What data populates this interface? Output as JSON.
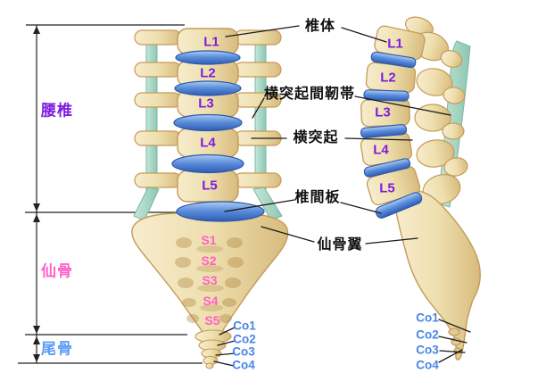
{
  "region_labels": {
    "lumbar": "腰椎",
    "sacrum": "仙骨",
    "coccyx": "尾骨"
  },
  "annotations": {
    "vertebral_body": "椎体",
    "intertransverse_ligament": "横突起間靭帯",
    "transverse_process": "横突起",
    "intervertebral_disc": "椎間板",
    "sacral_ala": "仙骨翼"
  },
  "front_view": {
    "lumbar": [
      "L1",
      "L2",
      "L3",
      "L4",
      "L5"
    ],
    "sacral": [
      "S1",
      "S2",
      "S3",
      "S4",
      "S5"
    ],
    "coccygeal": [
      "Co1",
      "Co2",
      "Co3",
      "Co4"
    ]
  },
  "side_view": {
    "lumbar": [
      "L1",
      "L2",
      "L3",
      "L4",
      "L5"
    ],
    "coccygeal": [
      "Co1",
      "Co2",
      "Co3",
      "Co4"
    ]
  },
  "colors": {
    "lumbar_text": "#7d1ce0",
    "sacral_text": "#ff5fc8",
    "coccygeal_text": "#4a85e6",
    "coccyx_region_text": "#5b9bf5",
    "annotation_text": "#111111",
    "bone_fill": "#ead7a4",
    "bone_outline": "#c49b58",
    "disc_blue": "#3a6fd0",
    "ligament_teal": "#9ed4c0",
    "dimension_line": "#222222"
  }
}
